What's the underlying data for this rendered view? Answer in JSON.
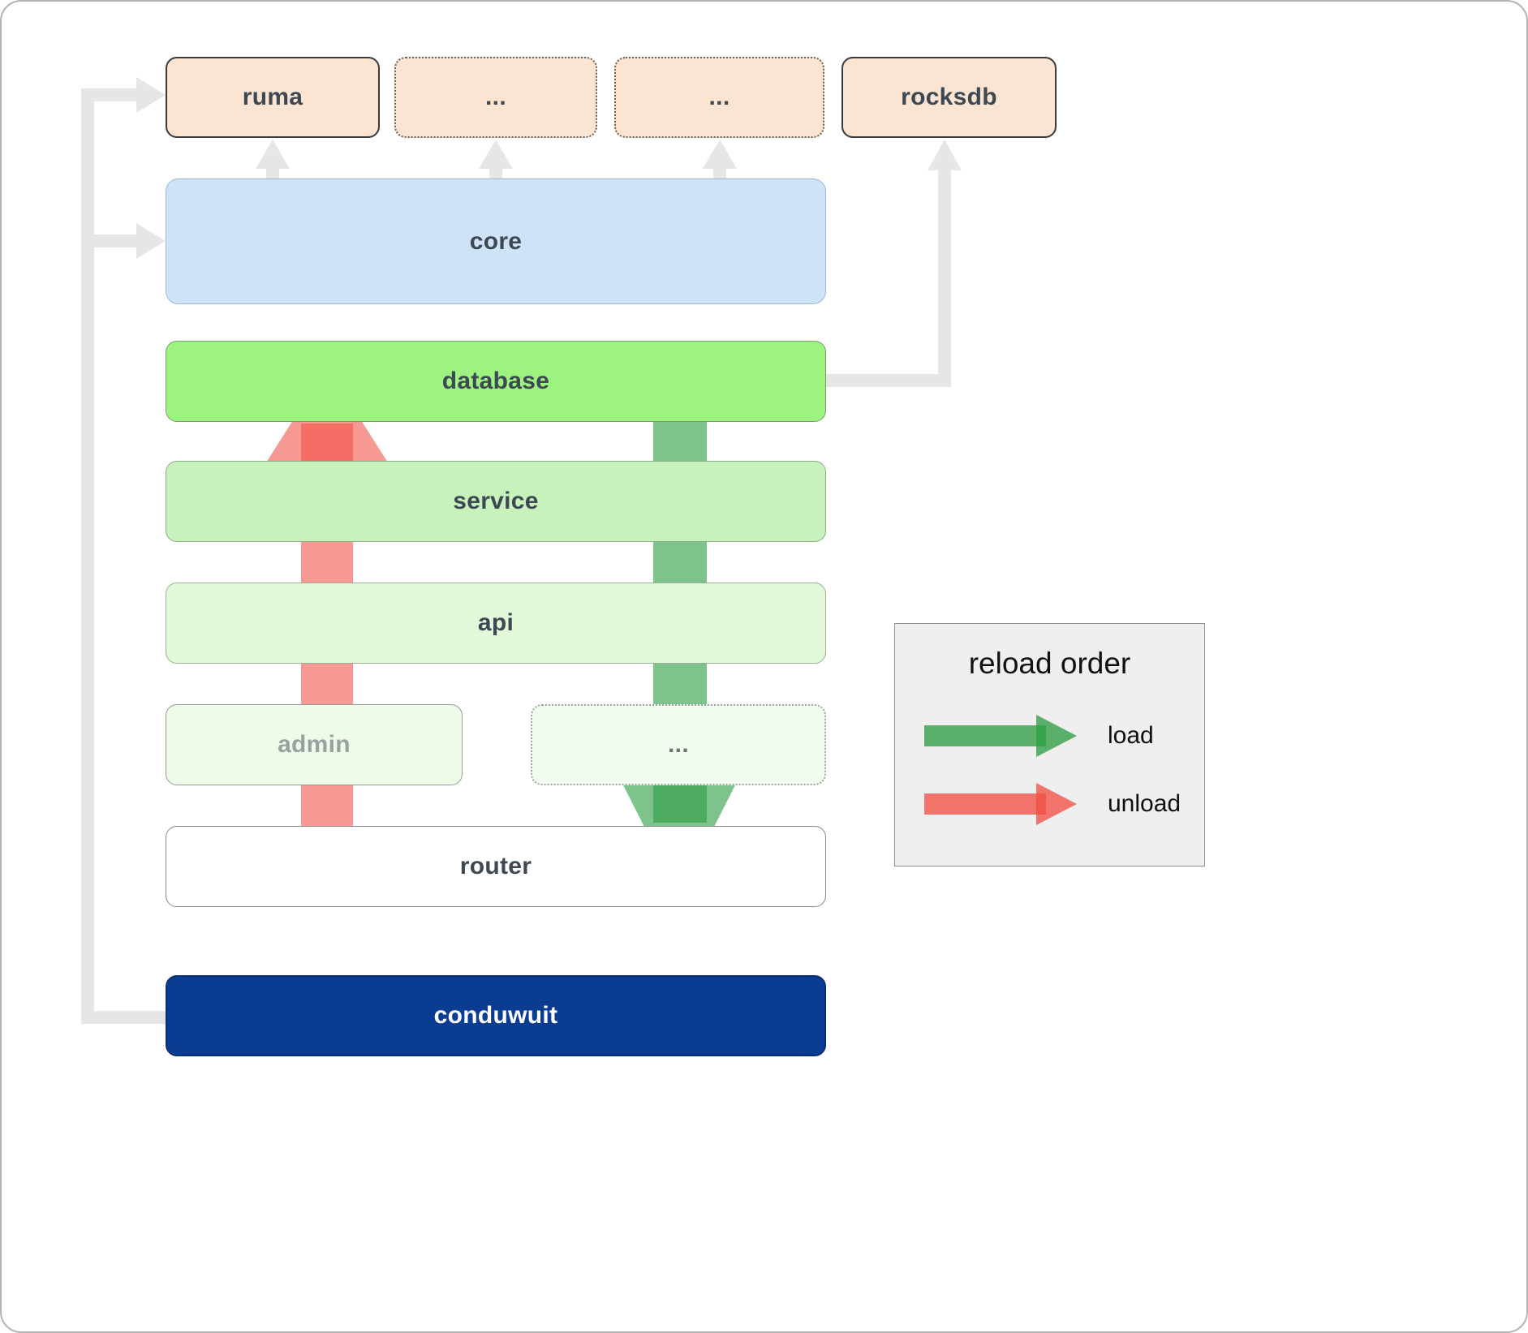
{
  "top_row": {
    "ruma": {
      "label": "ruma"
    },
    "etc1": {
      "label": "..."
    },
    "etc2": {
      "label": "..."
    },
    "rocksdb": {
      "label": "rocksdb"
    }
  },
  "layers": {
    "core": {
      "label": "core"
    },
    "database": {
      "label": "database"
    },
    "service": {
      "label": "service"
    },
    "api": {
      "label": "api"
    },
    "admin": {
      "label": "admin"
    },
    "admin_etc": {
      "label": "..."
    },
    "router": {
      "label": "router"
    },
    "conduwuit": {
      "label": "conduwuit"
    }
  },
  "legend": {
    "title": "reload order",
    "load_label": "load",
    "unload_label": "unload"
  },
  "colors": {
    "load": "#2f9e44",
    "unload": "#f25045",
    "conduwuit_bg": "#0a3d91",
    "database_bg": "#9cf37f",
    "core_bg": "#cfe3f8",
    "peach_bg": "#fce4d2"
  }
}
